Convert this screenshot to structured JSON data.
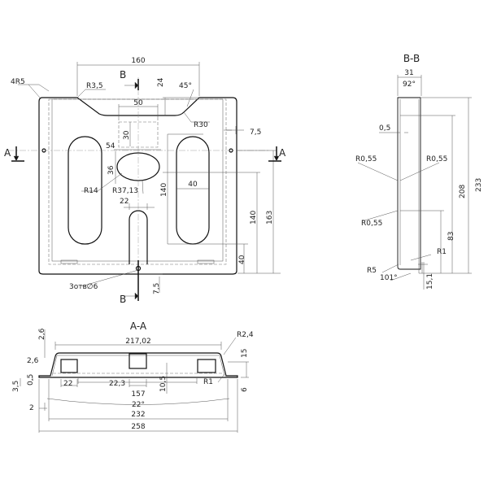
{
  "plan": {
    "w160": "160",
    "r4_5": "4R5",
    "r3_5": "R3,5",
    "d24": "24",
    "a45": "45°",
    "d50": "50",
    "d30": "30",
    "r30": "R30",
    "d7_5a": "7,5",
    "d54": "54",
    "d36": "36",
    "d40w": "40",
    "r14": "R14",
    "r37": "R37,13",
    "d22": "22",
    "d140a": "140",
    "d140b": "140",
    "d163": "163",
    "d40": "40",
    "holes": "3отв∅6",
    "d7_5b": "7,5",
    "secA": "A",
    "secB": "B"
  },
  "sectionAA": {
    "title": "A-A",
    "d217": "217,02",
    "r2_4": "R2,4",
    "d2_6a": "2,6",
    "d2_6b": "2,6",
    "d15": "15",
    "d3_5": "3,5",
    "d0_5": "0,5",
    "d22": "22",
    "d22_3": "22,3",
    "d10_5": "10,5",
    "r1": "R1",
    "d6": "6",
    "d157": "157",
    "a22": "22°",
    "d2": "2",
    "d232": "232",
    "d258": "258"
  },
  "sectionBB": {
    "title": "B-B",
    "d31": "31",
    "a92": "92°",
    "d0_5": "0,5",
    "r055a": "R0,55",
    "r055b": "R0,55",
    "r055c": "R0,55",
    "d208": "208",
    "d233": "233",
    "d83": "83",
    "r1": "R1",
    "r5": "R5",
    "a101": "101°",
    "d15_1": "15,1"
  }
}
